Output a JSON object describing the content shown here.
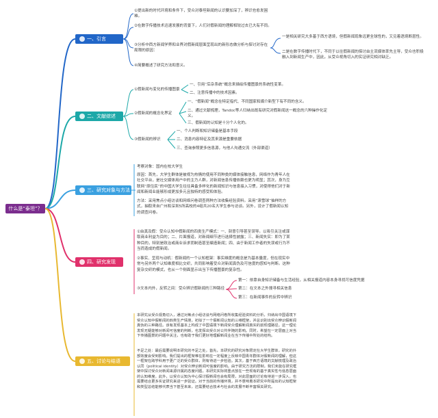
{
  "root": {
    "label": "什么是“泰坦”？"
  },
  "colors": {
    "root": "#7b2d8e",
    "s1": "#2166c8",
    "s2": "#1ca8a8",
    "s3": "#3aa0e0",
    "s4": "#e0316b",
    "s5": "#e8b830"
  },
  "s1": {
    "title": "一、引言",
    "items": [
      "①提出新的时代环境和条件下，受众对泰坦新闻的认识要加深了，辨识也愈发困难。",
      "②在数字传播技术迅速发展的背景下，人们对假新闻的理解相较过去已大有不同。",
      "③分析中西方新闻学界和业界对假新闻层面呈现出的新形态做分析与探讨对存在局限的原因：",
      "④简要概述了研究方法和意义。"
    ],
    "sub": [
      "一是相关研究大多基于西方语境，但假新闻现象远更全球性的，又见着语境断层性。",
      "二是在数字传播时代下，不同于以往假新闻的探讨由主流媒体率先主导，受众也积极融入到新闻生产中，因此，从受众视角切入的实证研究相对缺乏。"
    ]
  },
  "s2": {
    "title": "二、文献综述",
    "a": "①假新闻与变化的传播图景",
    "a_items": [
      "一、引用“后杂系统”概念来描绘传播图景的系统性变革。",
      "二、注意传播中的技术因素。"
    ],
    "b": "②假新闻的概念化界定",
    "b_items": [
      "一、“假新闻”概念在特定指代、不同国家和媒介新型下有不同的含义。",
      "二、通过文献梳理，Tandoc等人归纳出既有研究对假新闻这一概念的六种操作化定义。",
      "三、假新闻的认知是十分个人化的。"
    ],
    "c": "③假新闻的辨识",
    "c_items": [
      "一、个人判断和知识储备是基本手段",
      "二、消息内容特征及其来源是重要依据",
      "三、查询参照更多信息源，与他人沟通交流（外部渠道）"
    ]
  },
  "s3": {
    "title": "三、研究对象与方法",
    "p1": "考察对象：国内在校大学生",
    "p2": "原因：首先，大学生群体是被视为热情的使用不同种类的媒体接触信息，网络作为青年人在社交平台，是社交媒体用户中的主力人群，对新闻信息传播依赖也更为明显；其次，身为互联网“原住民”的中国大学生往往具备多样化的新闻知识与信息接入习惯，对使得他们对于新闻和新闻业能够形成更加多元且独特的感受和体验。",
    "p3": "方法：采用焦点小组访谈和网络问卷调查两种方法收集经验资料。采用“滚雪球”抽样的方式，抽取来自广州和深圳5所高校的4组共20名大学生参与访谈。另外，设计了假新闻认知的调查问卷。"
  },
  "s4": {
    "title": "四、研究发现",
    "p1": "①由真及假：受众认知中假新闻的四类生产模式：一、刻意引导甚至误导。以吸引关注或谋取商业利益为目的；二、片面报道，对新闻细节进行选择性披露；三、新闻失实：即为了某种目的，特别是政治或商业诉求而制造甚至编造新闻；四、由于新闻工作者的失误或行为不当而造成的假新闻。",
    "p2": "②事实、呈现与动机：假新闻的一个认知框架：事实维度的概念是为基本量度，但在现实中常与另外两个认知维度相比交织，共同影响着受众对新闻真伪及可信度的感知与判断。这种复杂交织的模式，也从一个侧面显示出当下传播图景的复杂性。",
    "p3": "③文本内外，反转之间：受众辨识假新闻的三种路径",
    "p3_items": [
      "第一：依靠自身知识储备与生活经验，从相关报道内容本身寻找可信度凭据",
      "第二：在文本之外搜寻相关信息",
      "第三：在新闻事件的反转中辨识"
    ]
  },
  "s5": {
    "title": "五、讨论与结语",
    "p1": "本研究从受众视角切入，通过对焦点小组访谈与网络问卷所收集经验资料的分析，归纳出中国语境下受众认知中假新闻的四类生产情境，初拟了一个假新闻认知的三维框架，并总识别出受众辨识假新闻真伪的三种路径。该有发现基本上构成了中国语境下新闻受众理解新闻真实的前现理路径。这一理论发现无疑能够对新闻可信度的判断，也发挥出受众对公共伴随的影响。同时，希望在一定层面上对当下传播图景的问题中关注，也有助于我们更好地理解新闻业在当下传播中所处的结构。",
    "p2": "不足之处：最后需要说明本研究的不足之处，首先，本研究的研究对象限定在大学生群体，研究的外部效度会受到影响。我们提出的框架难在影响在一定程度上反映中国青年群体对假新闻的理解，但这一框架在跨学科用于更广泛的受众群体，则有待进一步检验。其次，基于西方语境的文献梳理及政治认同（political identity）对受众辨识新闻可信度的影响。由于研究方法的限制，我们未能在研究框架中探讨受众对新闻来源归属的态度问题，本研究实际将重点放在一些现有的基于真实性与信息层面的认知维度。此外，以受众认知为中心探讨假新闻也会有局限，对此层面的讨论有待进一步深入，也需要结合更多实证研究来进一步验证。对于当前的传播环境，并不意味着本研究中所提出的认知框架和类型总结能够代表当下甚至未来，还需要结合技术与社会的发展不断丰富相关研究。"
  }
}
